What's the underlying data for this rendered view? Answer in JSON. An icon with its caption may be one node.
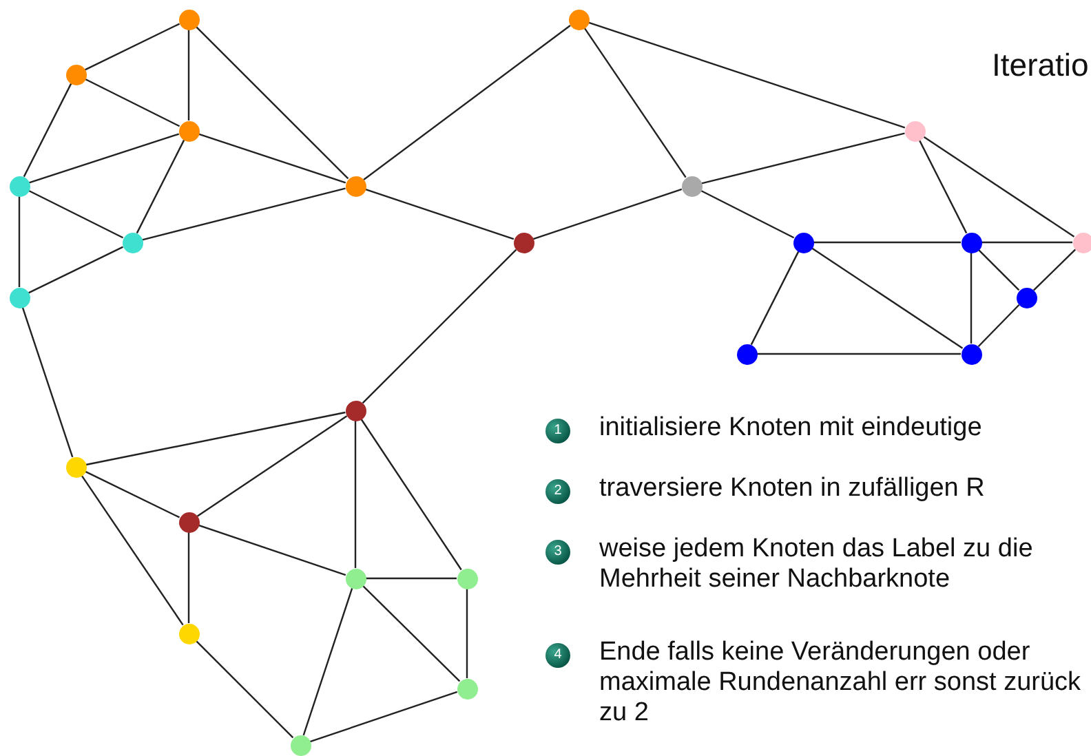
{
  "diagram": {
    "nodes": [
      {
        "text": [],
        "shape": "circle"
      },
      {
        "text": [],
        "shape": "circle"
      },
      {
        "text": [],
        "shape": "circle"
      },
      {
        "text": [],
        "shape": "circle"
      },
      {
        "text": [],
        "shape": "circle"
      },
      {
        "text": [],
        "shape": "circle"
      },
      {
        "text": [],
        "shape": "circle"
      },
      {
        "text": [],
        "shape": "circle"
      },
      {
        "text": [],
        "shape": "circle"
      },
      {
        "text": [],
        "shape": "circle"
      },
      {
        "text": [],
        "shape": "circle"
      },
      {
        "text": [],
        "shape": "circle"
      },
      {
        "text": [],
        "shape": "circle"
      },
      {
        "text": [],
        "shape": "circle"
      },
      {
        "text": [],
        "shape": "circle"
      },
      {
        "text": [],
        "shape": "circle"
      },
      {
        "text": [],
        "shape": "circle"
      },
      {
        "text": [],
        "shape": "circle"
      },
      {
        "text": [],
        "shape": "circle"
      },
      {
        "text": [],
        "shape": "circle"
      },
      {
        "text": [],
        "shape": "circle"
      },
      {
        "text": [],
        "shape": "circle"
      },
      {
        "text": [],
        "shape": "circle"
      },
      {
        "text": [],
        "shape": "circle"
      },
      {
        "text": [],
        "shape": "circle"
      }
    ],
    "edges": [
      {
        "from": 0,
        "to": 2,
        "arrow": "none"
      },
      {
        "from": 0,
        "to": 4,
        "arrow": "none"
      },
      {
        "from": 0,
        "to": 6,
        "arrow": "none"
      },
      {
        "from": 2,
        "to": 4,
        "arrow": "none"
      },
      {
        "from": 2,
        "to": 5,
        "arrow": "none"
      },
      {
        "from": 4,
        "to": 5,
        "arrow": "none"
      },
      {
        "from": 4,
        "to": 8,
        "arrow": "none"
      },
      {
        "from": 4,
        "to": 6,
        "arrow": "none"
      },
      {
        "from": 5,
        "to": 8,
        "arrow": "none"
      },
      {
        "from": 5,
        "to": 13,
        "arrow": "none"
      },
      {
        "from": 8,
        "to": 13,
        "arrow": "none"
      },
      {
        "from": 8,
        "to": 6,
        "arrow": "none"
      },
      {
        "from": 6,
        "to": 1,
        "arrow": "none"
      },
      {
        "from": 6,
        "to": 9,
        "arrow": "none"
      },
      {
        "from": 9,
        "to": 7,
        "arrow": "none"
      },
      {
        "from": 9,
        "to": 17,
        "arrow": "none"
      },
      {
        "from": 1,
        "to": 7,
        "arrow": "none"
      },
      {
        "from": 1,
        "to": 3,
        "arrow": "none"
      },
      {
        "from": 7,
        "to": 3,
        "arrow": "none"
      },
      {
        "from": 7,
        "to": 10,
        "arrow": "none"
      },
      {
        "from": 3,
        "to": 11,
        "arrow": "none"
      },
      {
        "from": 3,
        "to": 12,
        "arrow": "none"
      },
      {
        "from": 10,
        "to": 11,
        "arrow": "none"
      },
      {
        "from": 11,
        "to": 12,
        "arrow": "none"
      },
      {
        "from": 10,
        "to": 15,
        "arrow": "none"
      },
      {
        "from": 10,
        "to": 16,
        "arrow": "none"
      },
      {
        "from": 15,
        "to": 16,
        "arrow": "none"
      },
      {
        "from": 11,
        "to": 16,
        "arrow": "none"
      },
      {
        "from": 11,
        "to": 14,
        "arrow": "none"
      },
      {
        "from": 14,
        "to": 12,
        "arrow": "none"
      },
      {
        "from": 14,
        "to": 16,
        "arrow": "none"
      },
      {
        "from": 13,
        "to": 18,
        "arrow": "none"
      },
      {
        "from": 18,
        "to": 17,
        "arrow": "none"
      },
      {
        "from": 18,
        "to": 19,
        "arrow": "none"
      },
      {
        "from": 18,
        "to": 22,
        "arrow": "none"
      },
      {
        "from": 19,
        "to": 17,
        "arrow": "none"
      },
      {
        "from": 19,
        "to": 22,
        "arrow": "none"
      },
      {
        "from": 19,
        "to": 20,
        "arrow": "none"
      },
      {
        "from": 17,
        "to": 20,
        "arrow": "none"
      },
      {
        "from": 17,
        "to": 21,
        "arrow": "none"
      },
      {
        "from": 20,
        "to": 21,
        "arrow": "none"
      },
      {
        "from": 20,
        "to": 23,
        "arrow": "none"
      },
      {
        "from": 20,
        "to": 24,
        "arrow": "none"
      },
      {
        "from": 21,
        "to": 23,
        "arrow": "none"
      },
      {
        "from": 23,
        "to": 24,
        "arrow": "none"
      },
      {
        "from": 22,
        "to": 24,
        "arrow": "none"
      }
    ],
    "labels": [
      "Iteratio",
      "1",
      "initialisiere Knoten mit eindeutige",
      "2",
      "traversiere Knoten in zufälligen R",
      "3",
      "weise jedem Knoten das Label zu die Mehrheit seiner Nachbarknote",
      "4",
      "Ende falls keine Veränderungen oder maximale Rundenanzahl err sonst zurück zu 2"
    ]
  }
}
